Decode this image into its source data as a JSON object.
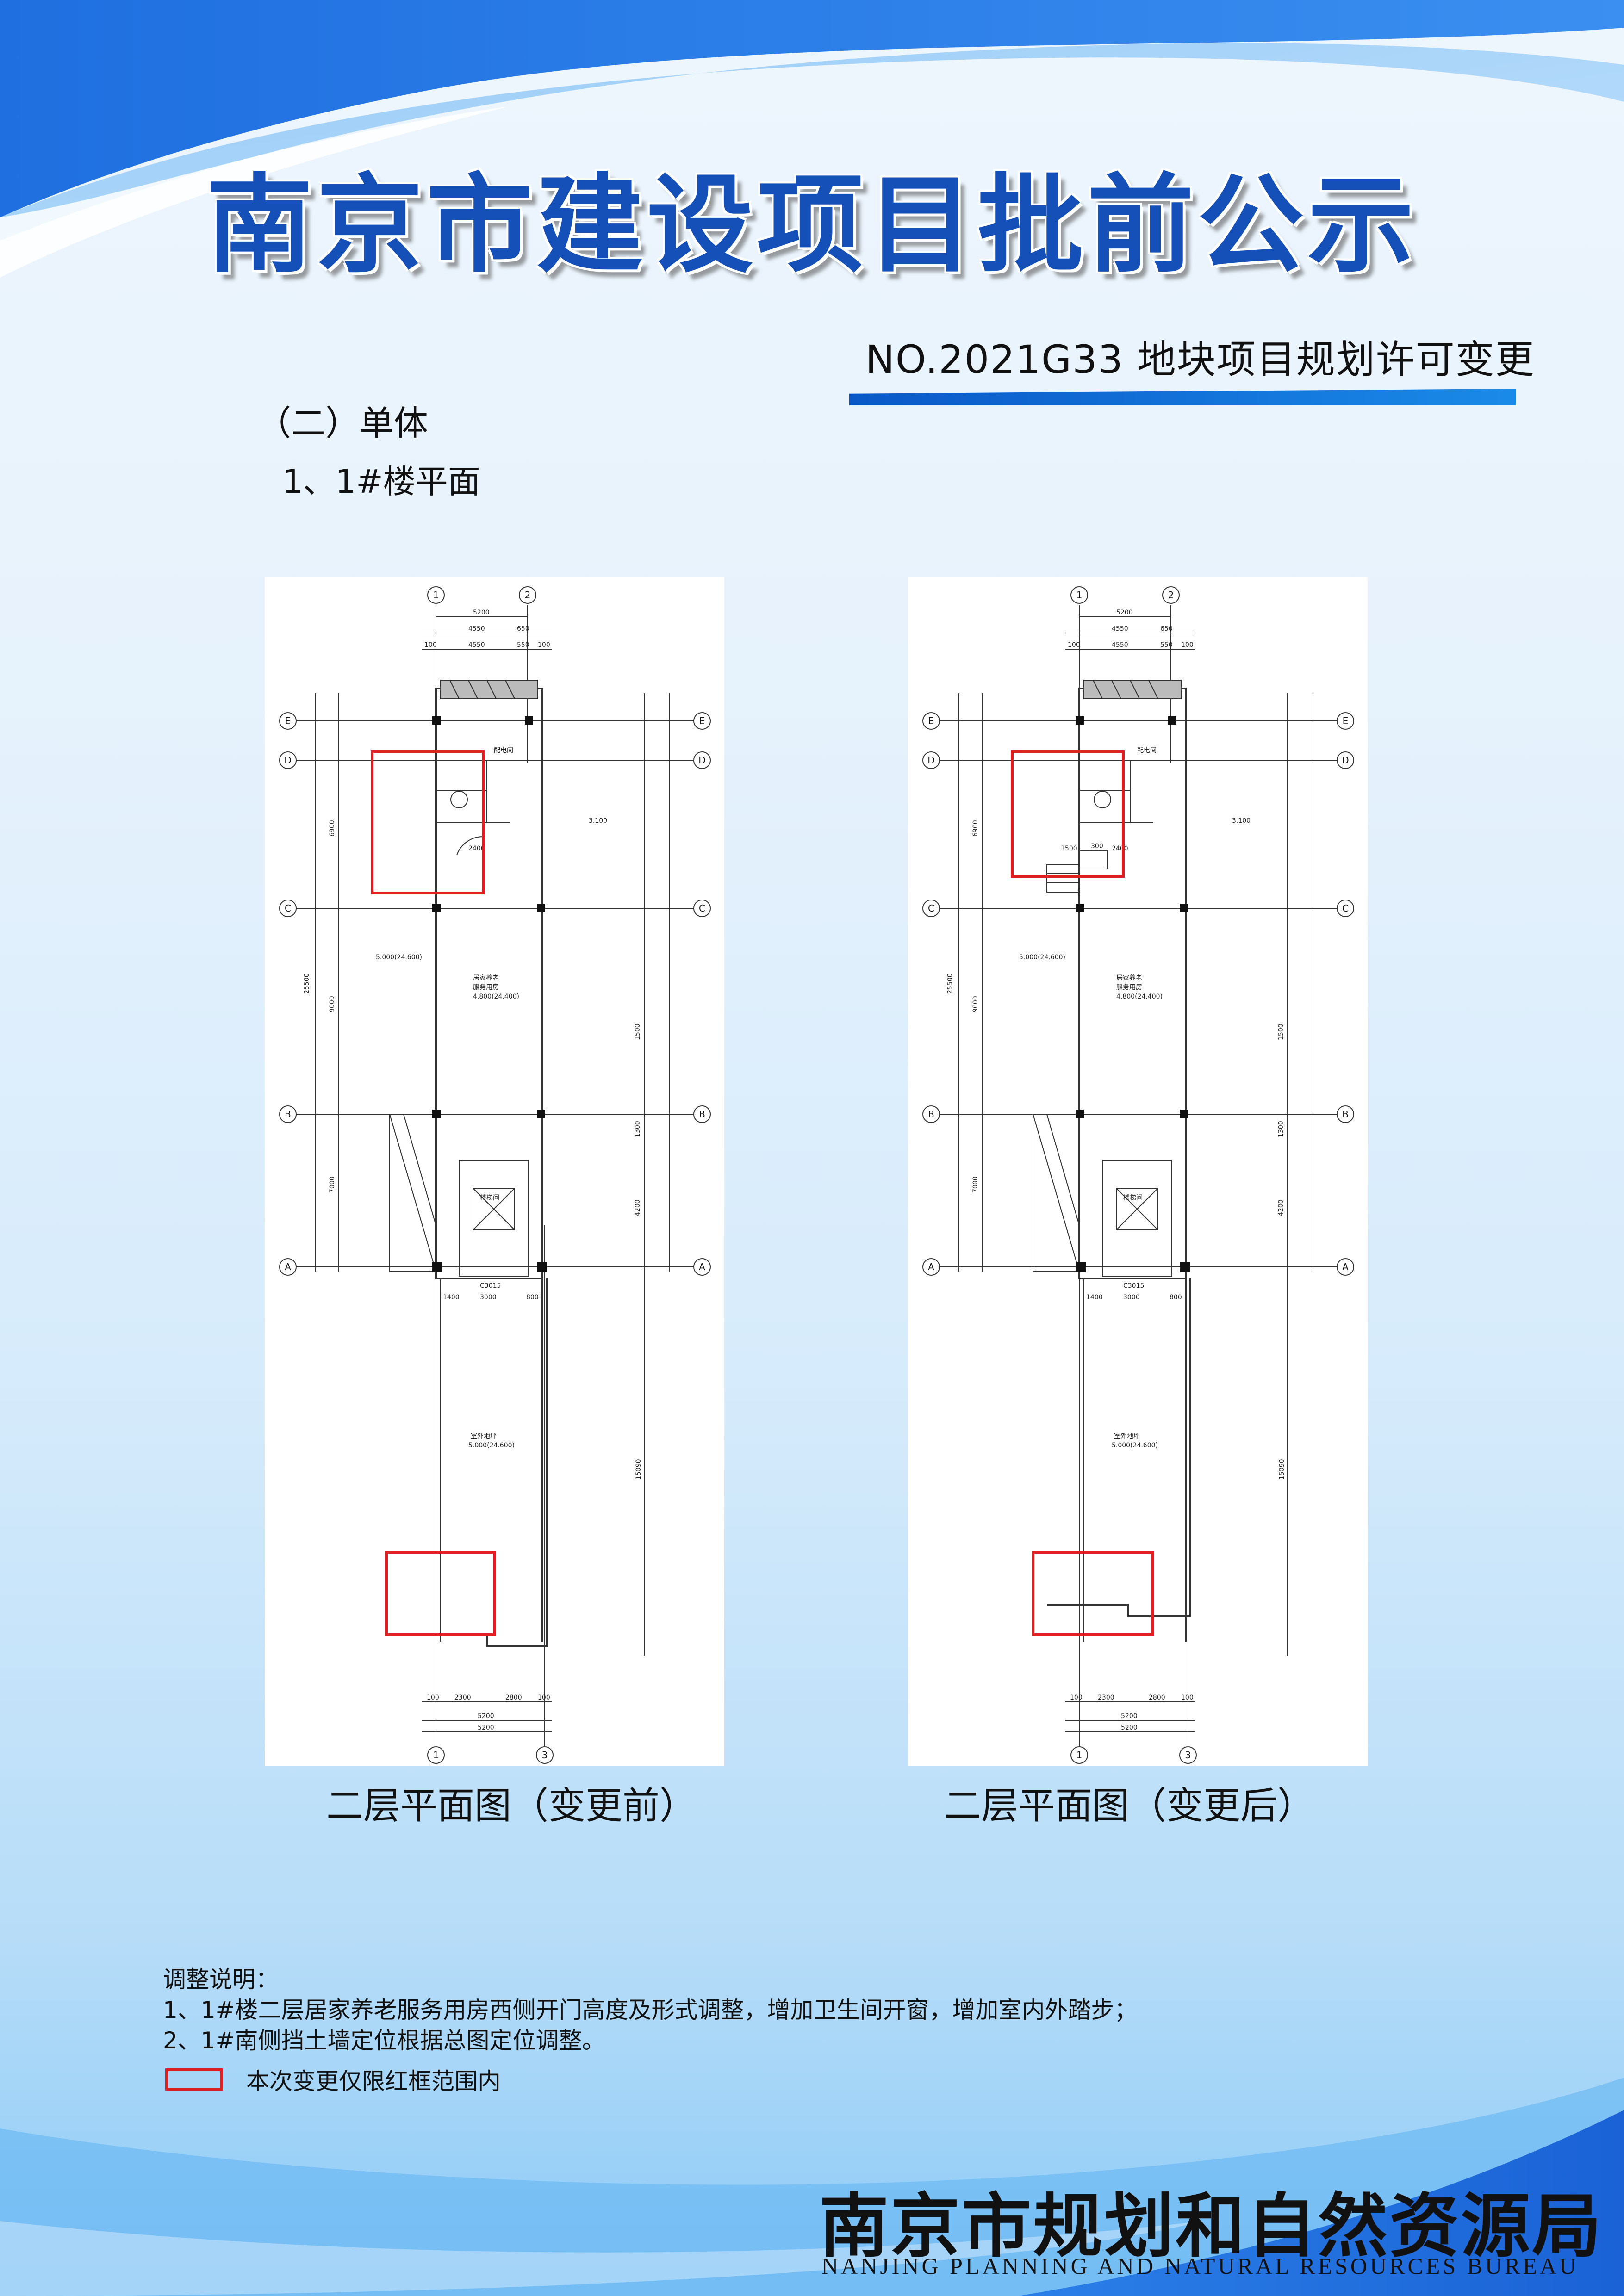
{
  "header": {
    "title": "南京市建设项目批前公示",
    "subtitle": "NO.2021G33 地块项目规划许可变更"
  },
  "section": {
    "heading": "（二）单体",
    "subheading": "1、1#楼平面"
  },
  "plans": [
    {
      "caption": "二层平面图（变更前）",
      "grid_top": [
        "1",
        "2"
      ],
      "grid_bottom": [
        "1",
        "3"
      ],
      "grid_rows": [
        "E",
        "D",
        "C",
        "B",
        "A"
      ],
      "dims_top": [
        "5200",
        "4550",
        "650",
        "100",
        "4550",
        "550",
        "100"
      ],
      "dims_bottom": [
        "100",
        "2300",
        "2800",
        "100",
        "5200",
        "5200"
      ],
      "dims_side": [
        "25500",
        "6900",
        "9000",
        "7000",
        "1500",
        "1300",
        "2400",
        "4200",
        "15090"
      ],
      "room_labels": [
        "居家养老",
        "服务用房",
        "室外地坪",
        "配电间",
        "楼梯间"
      ],
      "levels": [
        "5.000(24.600)",
        "4.800(24.400)",
        "3.100",
        "5.000(24.600)"
      ],
      "tags": [
        "C3015",
        "3000",
        "1400",
        "800"
      ]
    },
    {
      "caption": "二层平面图（变更后）",
      "grid_top": [
        "1",
        "2"
      ],
      "grid_bottom": [
        "1",
        "3"
      ],
      "grid_rows": [
        "E",
        "D",
        "C",
        "B",
        "A"
      ],
      "dims_top": [
        "5200",
        "4550",
        "650",
        "100",
        "4550",
        "550",
        "100"
      ],
      "dims_bottom": [
        "100",
        "2300",
        "2800",
        "100",
        "5200",
        "5200"
      ],
      "dims_side": [
        "25500",
        "6900",
        "9000",
        "7000",
        "1500",
        "1300",
        "2400",
        "4200",
        "15090"
      ],
      "room_labels": [
        "居家养老",
        "服务用房",
        "室外地坪",
        "配电间",
        "楼梯间"
      ],
      "levels": [
        "5.000(24.600)",
        "4.800(24.400)",
        "3.100",
        "5.000(24.600)"
      ],
      "tags": [
        "C3015",
        "3000",
        "1400",
        "800",
        "1500",
        "300"
      ]
    }
  ],
  "notes": {
    "title": "调整说明：",
    "items": [
      "1、1#楼二层居家养老服务用房西侧开门高度及形式调整，增加卫生间开窗，增加室内外踏步；",
      "2、1#南侧挡土墙定位根据总图定位调整。"
    ],
    "legend": "本次变更仅限红框范围内"
  },
  "footer": {
    "bureau_cn": "南京市规划和自然资源局",
    "bureau_en": "NANJING PLANNING AND NATURAL RESOURCES BUREAU"
  },
  "colors": {
    "title_blue": "#1550b8",
    "accent_bar": "#0a58c8",
    "highlight_red": "#e02020"
  }
}
